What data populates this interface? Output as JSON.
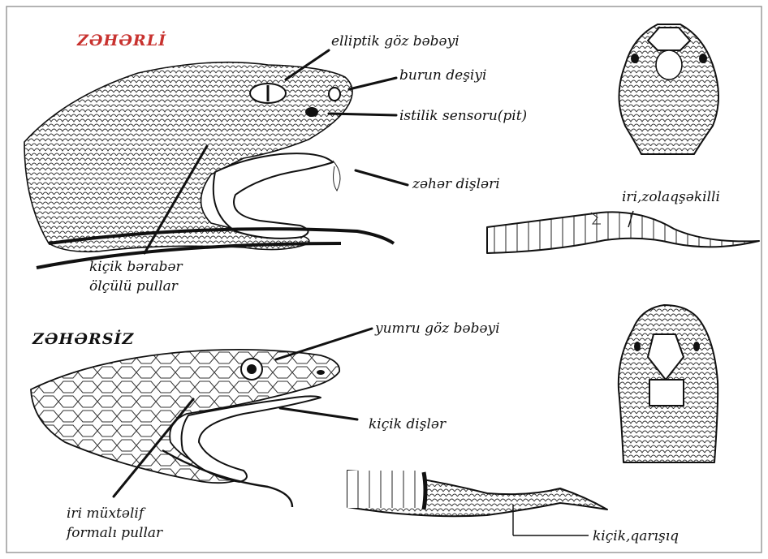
{
  "colors": {
    "venomous_title": "#c8322f",
    "nonvenomous_title": "#111111",
    "ink": "#111111"
  },
  "venomous": {
    "title": "ZƏHƏRLİ",
    "labels": {
      "eye": "elliptik göz bəbəyi",
      "nostril": "burun deşiyi",
      "pit": "istilik sensoru(pit)",
      "fangs": "zəhər dişləri",
      "scales_line1": "kiçik bərabər",
      "scales_line2": "ölçülü pullar",
      "tail": "iri,zolaqşəkilli"
    }
  },
  "nonvenomous": {
    "title": "ZƏHƏRSİZ",
    "labels": {
      "eye": "yumru göz bəbəyi",
      "teeth": "kiçik dişlər",
      "scales_line1": "iri müxtəlif",
      "scales_line2": "formalı pullar",
      "tail": "kiçik,qarışıq"
    }
  }
}
